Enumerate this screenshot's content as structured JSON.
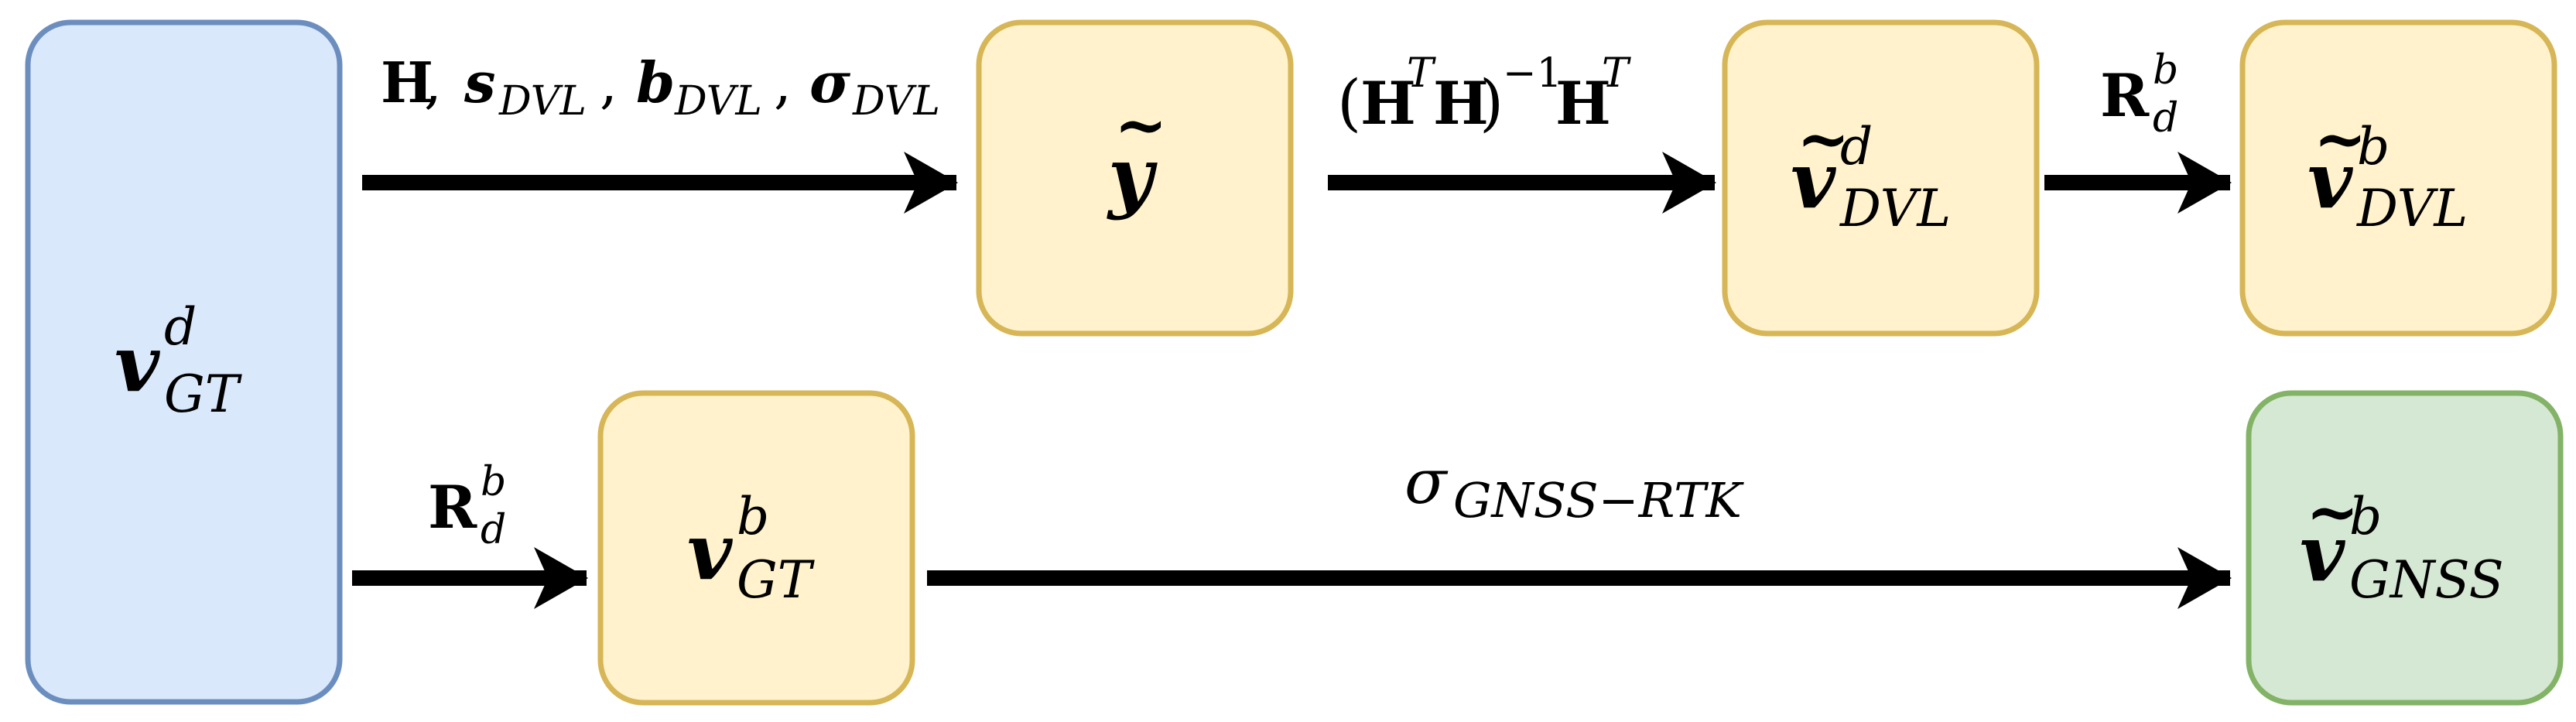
{
  "colors": {
    "blue_fill": "#dae8fc",
    "blue_stroke": "#6c8ebf",
    "yellow_fill": "#fff2cc",
    "yellow_stroke": "#d6b656",
    "green_fill": "#d5e8d4",
    "green_stroke": "#82b366",
    "arrow": "#000000"
  },
  "nodes": {
    "v_gt_d": {
      "base": "v",
      "sup": "d",
      "sub": "GT"
    },
    "y_tilde": {
      "base": "y",
      "tilde": "~"
    },
    "v_dvl_d": {
      "base": "v",
      "tilde": "~",
      "sup": "d",
      "sub": "DVL"
    },
    "v_dvl_b": {
      "base": "v",
      "tilde": "~",
      "sup": "b",
      "sub": "DVL"
    },
    "v_gt_b": {
      "base": "v",
      "sup": "b",
      "sub": "GT"
    },
    "v_gnss_b": {
      "base": "v",
      "tilde": "~",
      "sup": "b",
      "sub": "GNSS"
    }
  },
  "edges": {
    "top_first": {
      "H": "H",
      "comma1": ", ",
      "s": "s",
      "s_sub": "DVL",
      "comma2": ", ",
      "b": "b",
      "b_sub": "DVL",
      "comma3": ", ",
      "sigma": "σ",
      "sigma_sub": "DVL"
    },
    "top_second": {
      "open": "(",
      "H1": "H",
      "T1": "T",
      "H2": "H",
      "close": ")",
      "inv": "−1",
      "H3": "H",
      "T2": "T"
    },
    "top_third": {
      "R": "R",
      "R_sup": "b",
      "R_sub": "d"
    },
    "bottom_first": {
      "R": "R",
      "R_sup": "b",
      "R_sub": "d"
    },
    "bottom_second": {
      "sigma": "σ",
      "sigma_sub": "GNSS−RTK"
    }
  }
}
